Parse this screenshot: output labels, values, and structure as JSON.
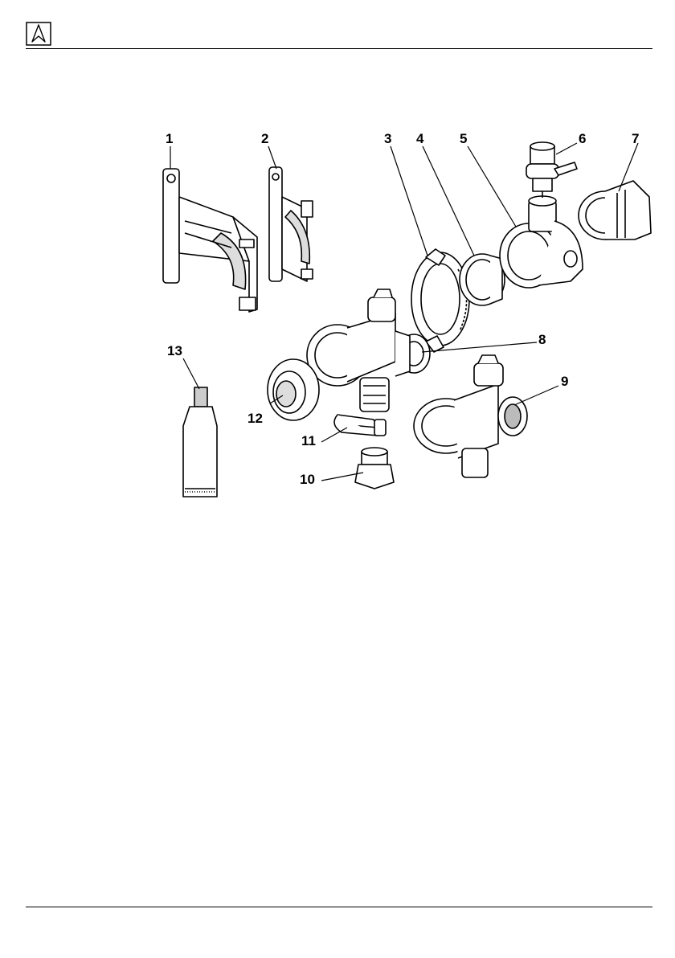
{
  "logo": {
    "icon": "hazard-triangle-logo-icon"
  },
  "figure": {
    "callouts": [
      "1",
      "2",
      "3",
      "4",
      "5",
      "6",
      "7",
      "8",
      "9",
      "10",
      "11",
      "12",
      "13"
    ]
  }
}
